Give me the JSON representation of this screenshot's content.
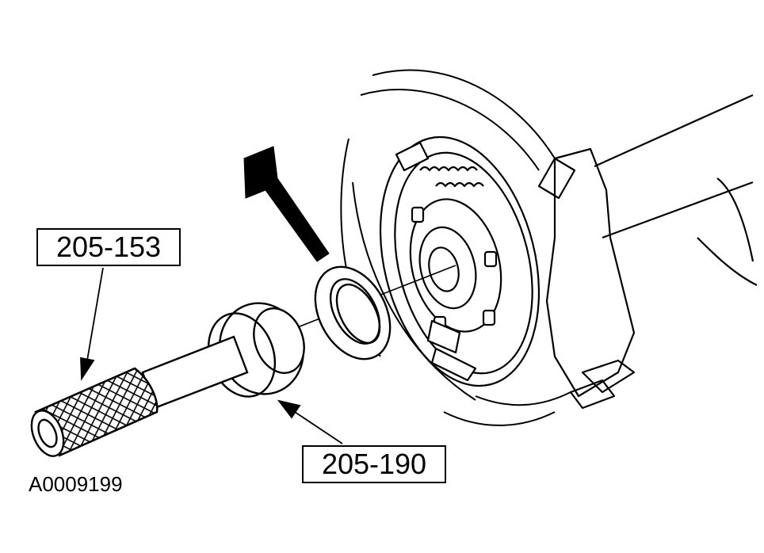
{
  "labels": {
    "tool_top": "205-153",
    "tool_bottom": "205-190"
  },
  "figure_id": "A0009199",
  "colors": {
    "ink": "#000000",
    "paper": "#ffffff"
  }
}
